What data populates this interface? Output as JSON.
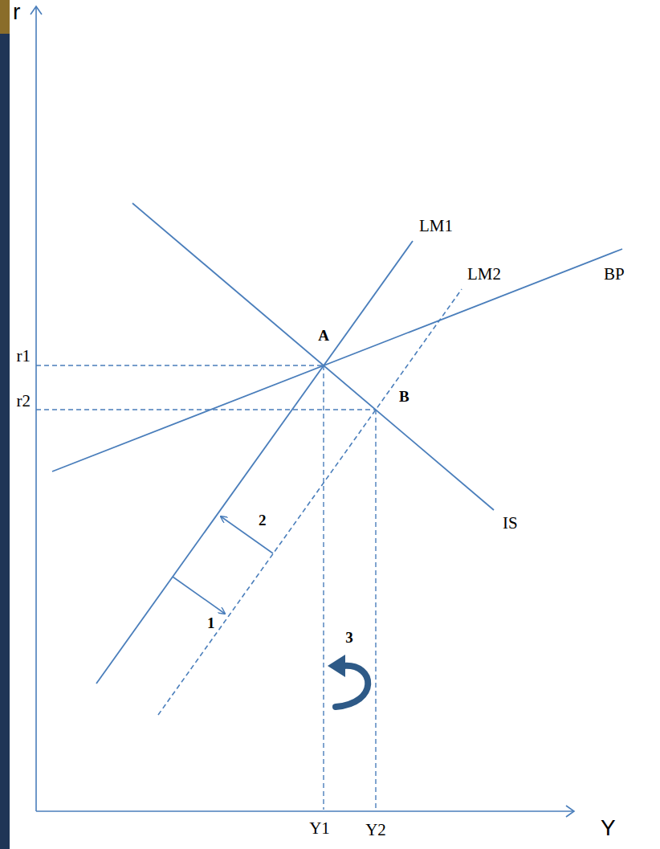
{
  "diagram": {
    "labels": [
      "r",
      "LM1",
      "LM2",
      "BP",
      "A",
      "r1",
      "B",
      "r2",
      "2",
      "1",
      "3",
      "IS",
      "Y1",
      "Y2",
      "Y"
    ]
  }
}
